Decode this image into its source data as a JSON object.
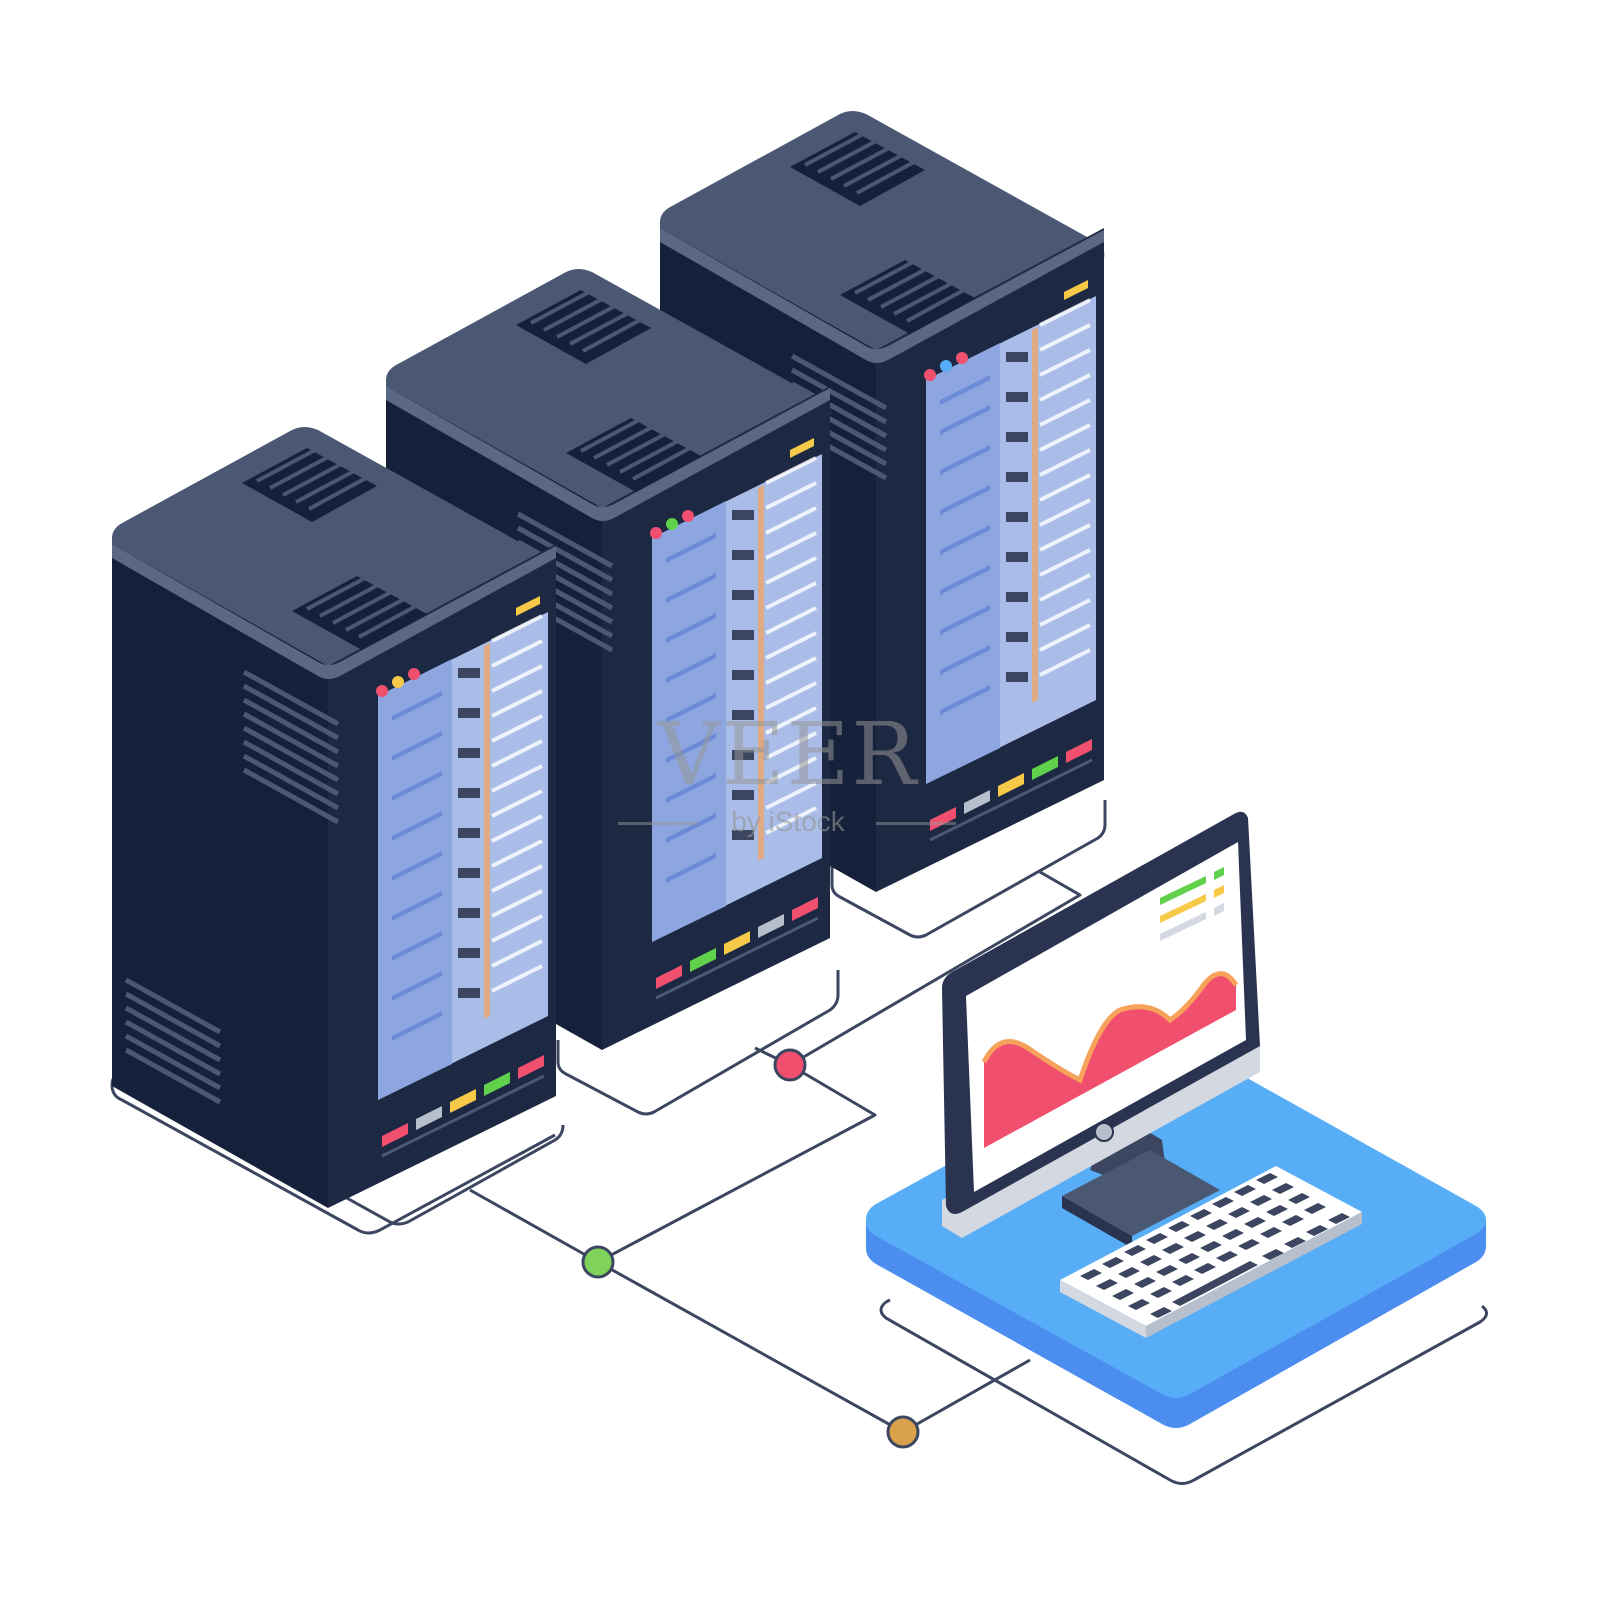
{
  "illustration": {
    "subject": "server-racks-connected-to-computer",
    "icons": [
      "server-rack-icon",
      "server-rack-icon",
      "server-rack-icon",
      "monitor-icon",
      "keyboard-icon",
      "area-chart-icon"
    ]
  },
  "watermark": {
    "brand": "VEER",
    "tagline": "by iStock"
  },
  "colors": {
    "rack_front": "#15203a",
    "rack_top": "#4a5873",
    "rack_side": "#1d2842",
    "panel_light": "#a9bde8",
    "panel_blue": "#6b8ad8",
    "led_red": "#f0506e",
    "led_green": "#5fd14b",
    "led_yellow": "#f7c948",
    "led_gray": "#b8bfcc",
    "platform_blue": "#57aef7",
    "platform_side": "#4b8ef0",
    "chart_fill": "#f0506e",
    "chart_stroke": "#f7a25a",
    "node_red": "#f0506e",
    "node_green": "#7fd35a",
    "node_orange": "#d9a24a",
    "line": "#3c4660"
  }
}
